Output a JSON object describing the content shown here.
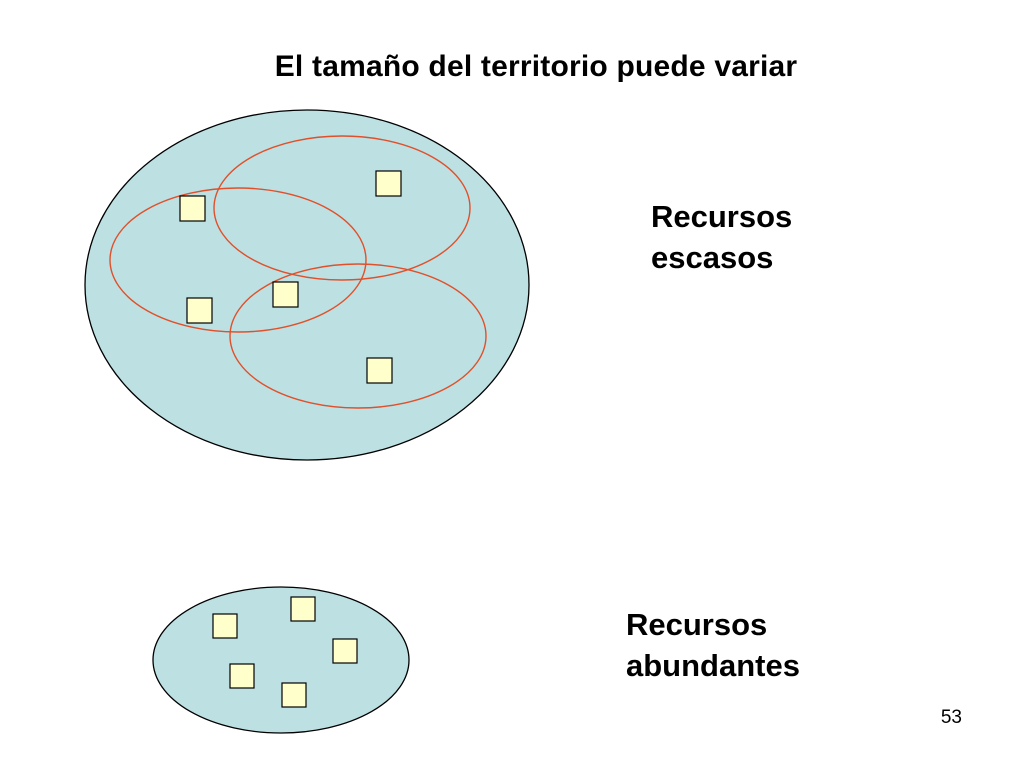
{
  "title": "El tamaño del territorio puede variar",
  "labels": {
    "scarce_line1": "Recursos",
    "scarce_line2": "escasos",
    "abundant_line1": "Recursos",
    "abundant_line2": "abundantes"
  },
  "page_number": "53",
  "colors": {
    "habitat_fill": "#bde0e3",
    "habitat_stroke": "#000000",
    "territory_stroke": "#e0502a",
    "resource_fill": "#ffffcc",
    "resource_stroke": "#000000"
  }
}
